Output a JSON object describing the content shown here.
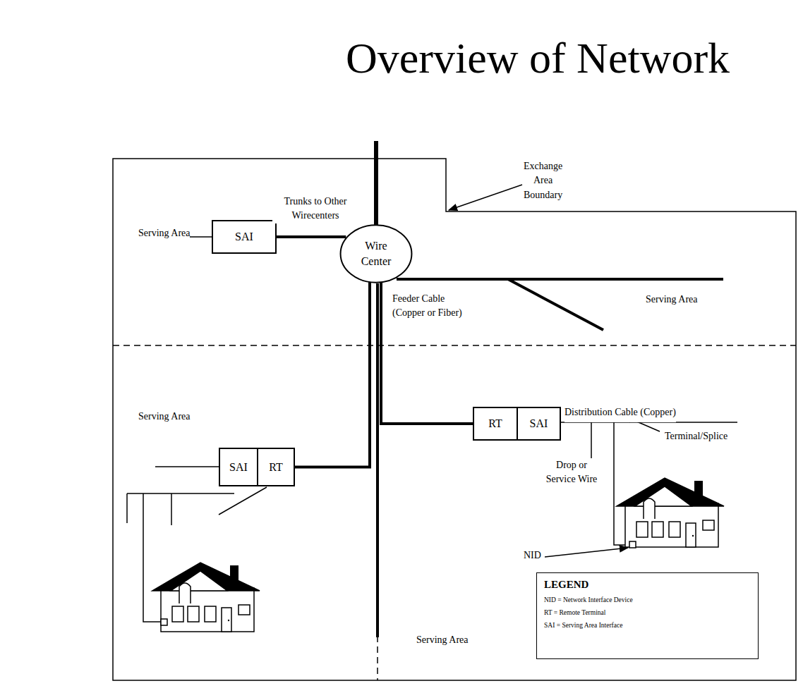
{
  "diagram": {
    "title": "Overview of Network",
    "nodes": [
      {
        "text": [
          "Wire Center"
        ]
      },
      {
        "text": [
          "SAI"
        ]
      },
      {
        "text": [
          "SAI"
        ]
      },
      {
        "text": [
          "RT"
        ]
      },
      {
        "text": [
          "RT"
        ]
      },
      {
        "text": [
          "SAI"
        ]
      }
    ],
    "edges": [
      {
        "from": 0,
        "to": 1,
        "arrow": "none"
      },
      {
        "from": 0,
        "to": 3,
        "arrow": "none"
      },
      {
        "from": 0,
        "to": 4,
        "arrow": "none"
      }
    ],
    "labels": [
      "Trunks to Other Wirecenters",
      "Exchange Area Boundary",
      "Serving Area",
      "Serving Area",
      "Feeder Cable (Copper or Fiber)",
      "Serving Area",
      "Distribution Cable (Copper)",
      "Terminal/Splice",
      "Drop or Service Wire",
      "NID",
      "Serving Area",
      "LEGEND"
    ],
    "legend": [
      {
        "text": "NID = Network Interface Device"
      },
      {
        "text": "RT = Remote Terminal"
      },
      {
        "text": "SAI = Serving Area Interface"
      }
    ]
  }
}
